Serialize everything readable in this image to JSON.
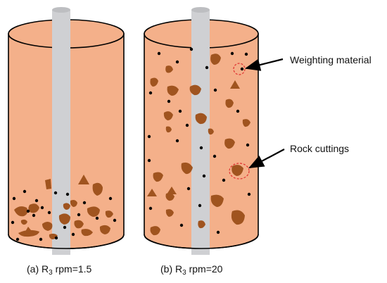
{
  "panels": [
    {
      "caption_prefix": "(a) R",
      "caption_sub": "3",
      "caption_suffix": " rpm=1.5"
    },
    {
      "caption_prefix": "(b) R",
      "caption_sub": "3",
      "caption_suffix": " rpm=20"
    }
  ],
  "annotations": {
    "weighting_material": "Weighting material",
    "rock_cuttings": "Rock cuttings"
  },
  "colors": {
    "fluid": "#f4b08a",
    "rod": "#cfd0d3",
    "cutting": "#a0541f",
    "particle": "#000000",
    "highlight_circle": "#e03030"
  }
}
